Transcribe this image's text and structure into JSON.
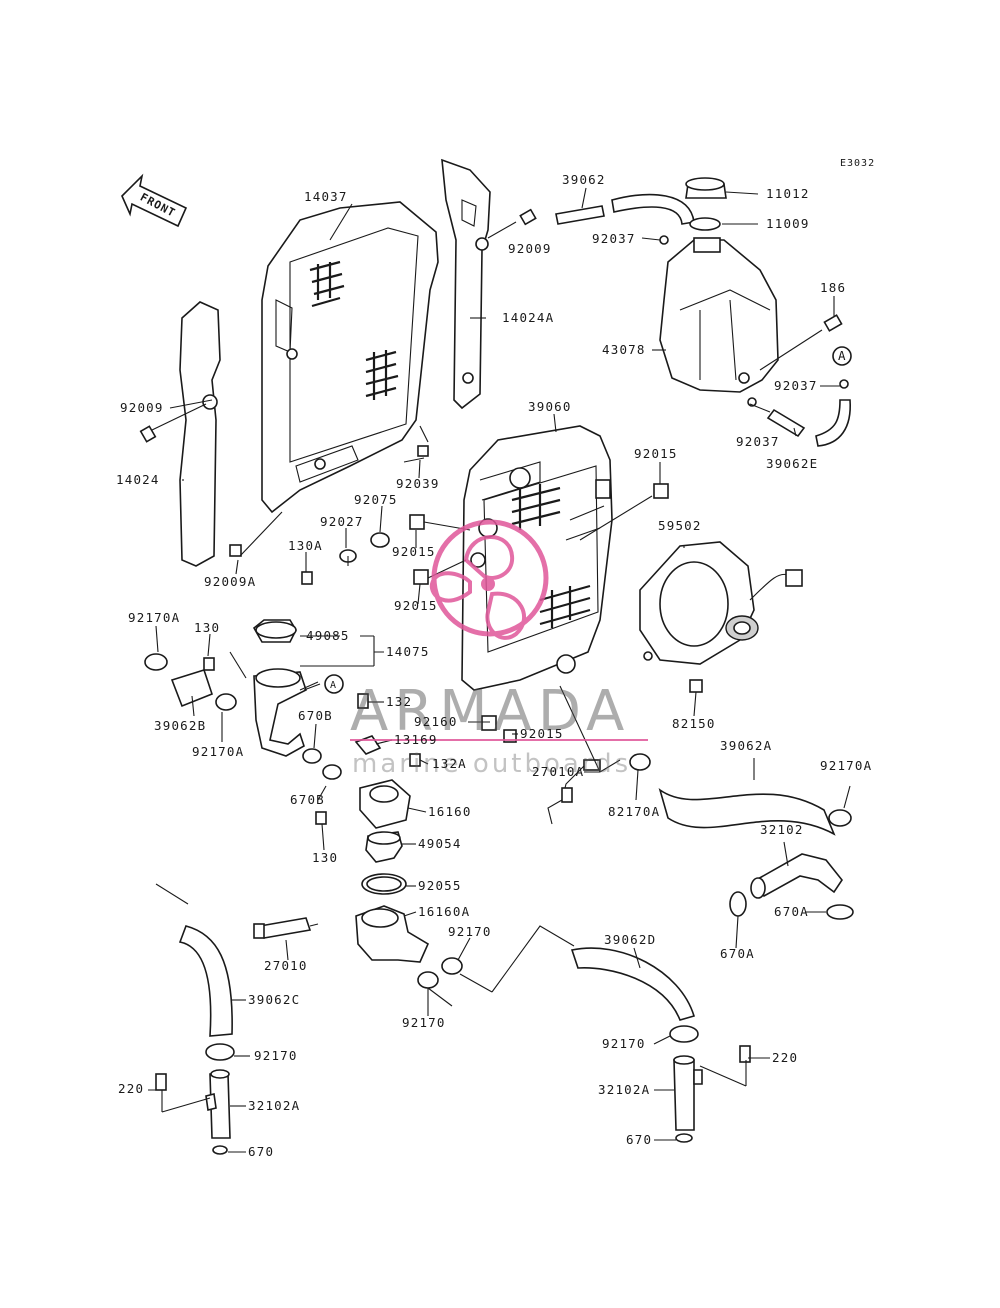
{
  "diagram": {
    "code": "E3032",
    "front_label": "FRONT",
    "watermark": {
      "title": "ARMADA",
      "subtitle": "marine outboards",
      "accent": "#e0579a"
    },
    "labels": [
      "14037",
      "92009",
      "14024A",
      "92009",
      "14024",
      "92009A",
      "92039",
      "39062",
      "92037",
      "11012",
      "11009",
      "186",
      "43078",
      "A",
      "92037",
      "92037",
      "39062E",
      "39060",
      "92015",
      "92075",
      "92027",
      "92015",
      "130A",
      "92015",
      "59502",
      "92170A",
      "130",
      "49085",
      "14075",
      "A",
      "39062B",
      "92170A",
      "132",
      "670B",
      "13169",
      "132A",
      "92160",
      "92015",
      "27010A",
      "82150",
      "39062A",
      "92170A",
      "670B",
      "16160",
      "130",
      "49054",
      "82170A",
      "32102",
      "92055",
      "16160A",
      "670A",
      "670A",
      "92170",
      "39062D",
      "27010",
      "39062C",
      "92170",
      "92170",
      "92170",
      "220",
      "220",
      "32102A",
      "32102A",
      "670",
      "670"
    ]
  }
}
